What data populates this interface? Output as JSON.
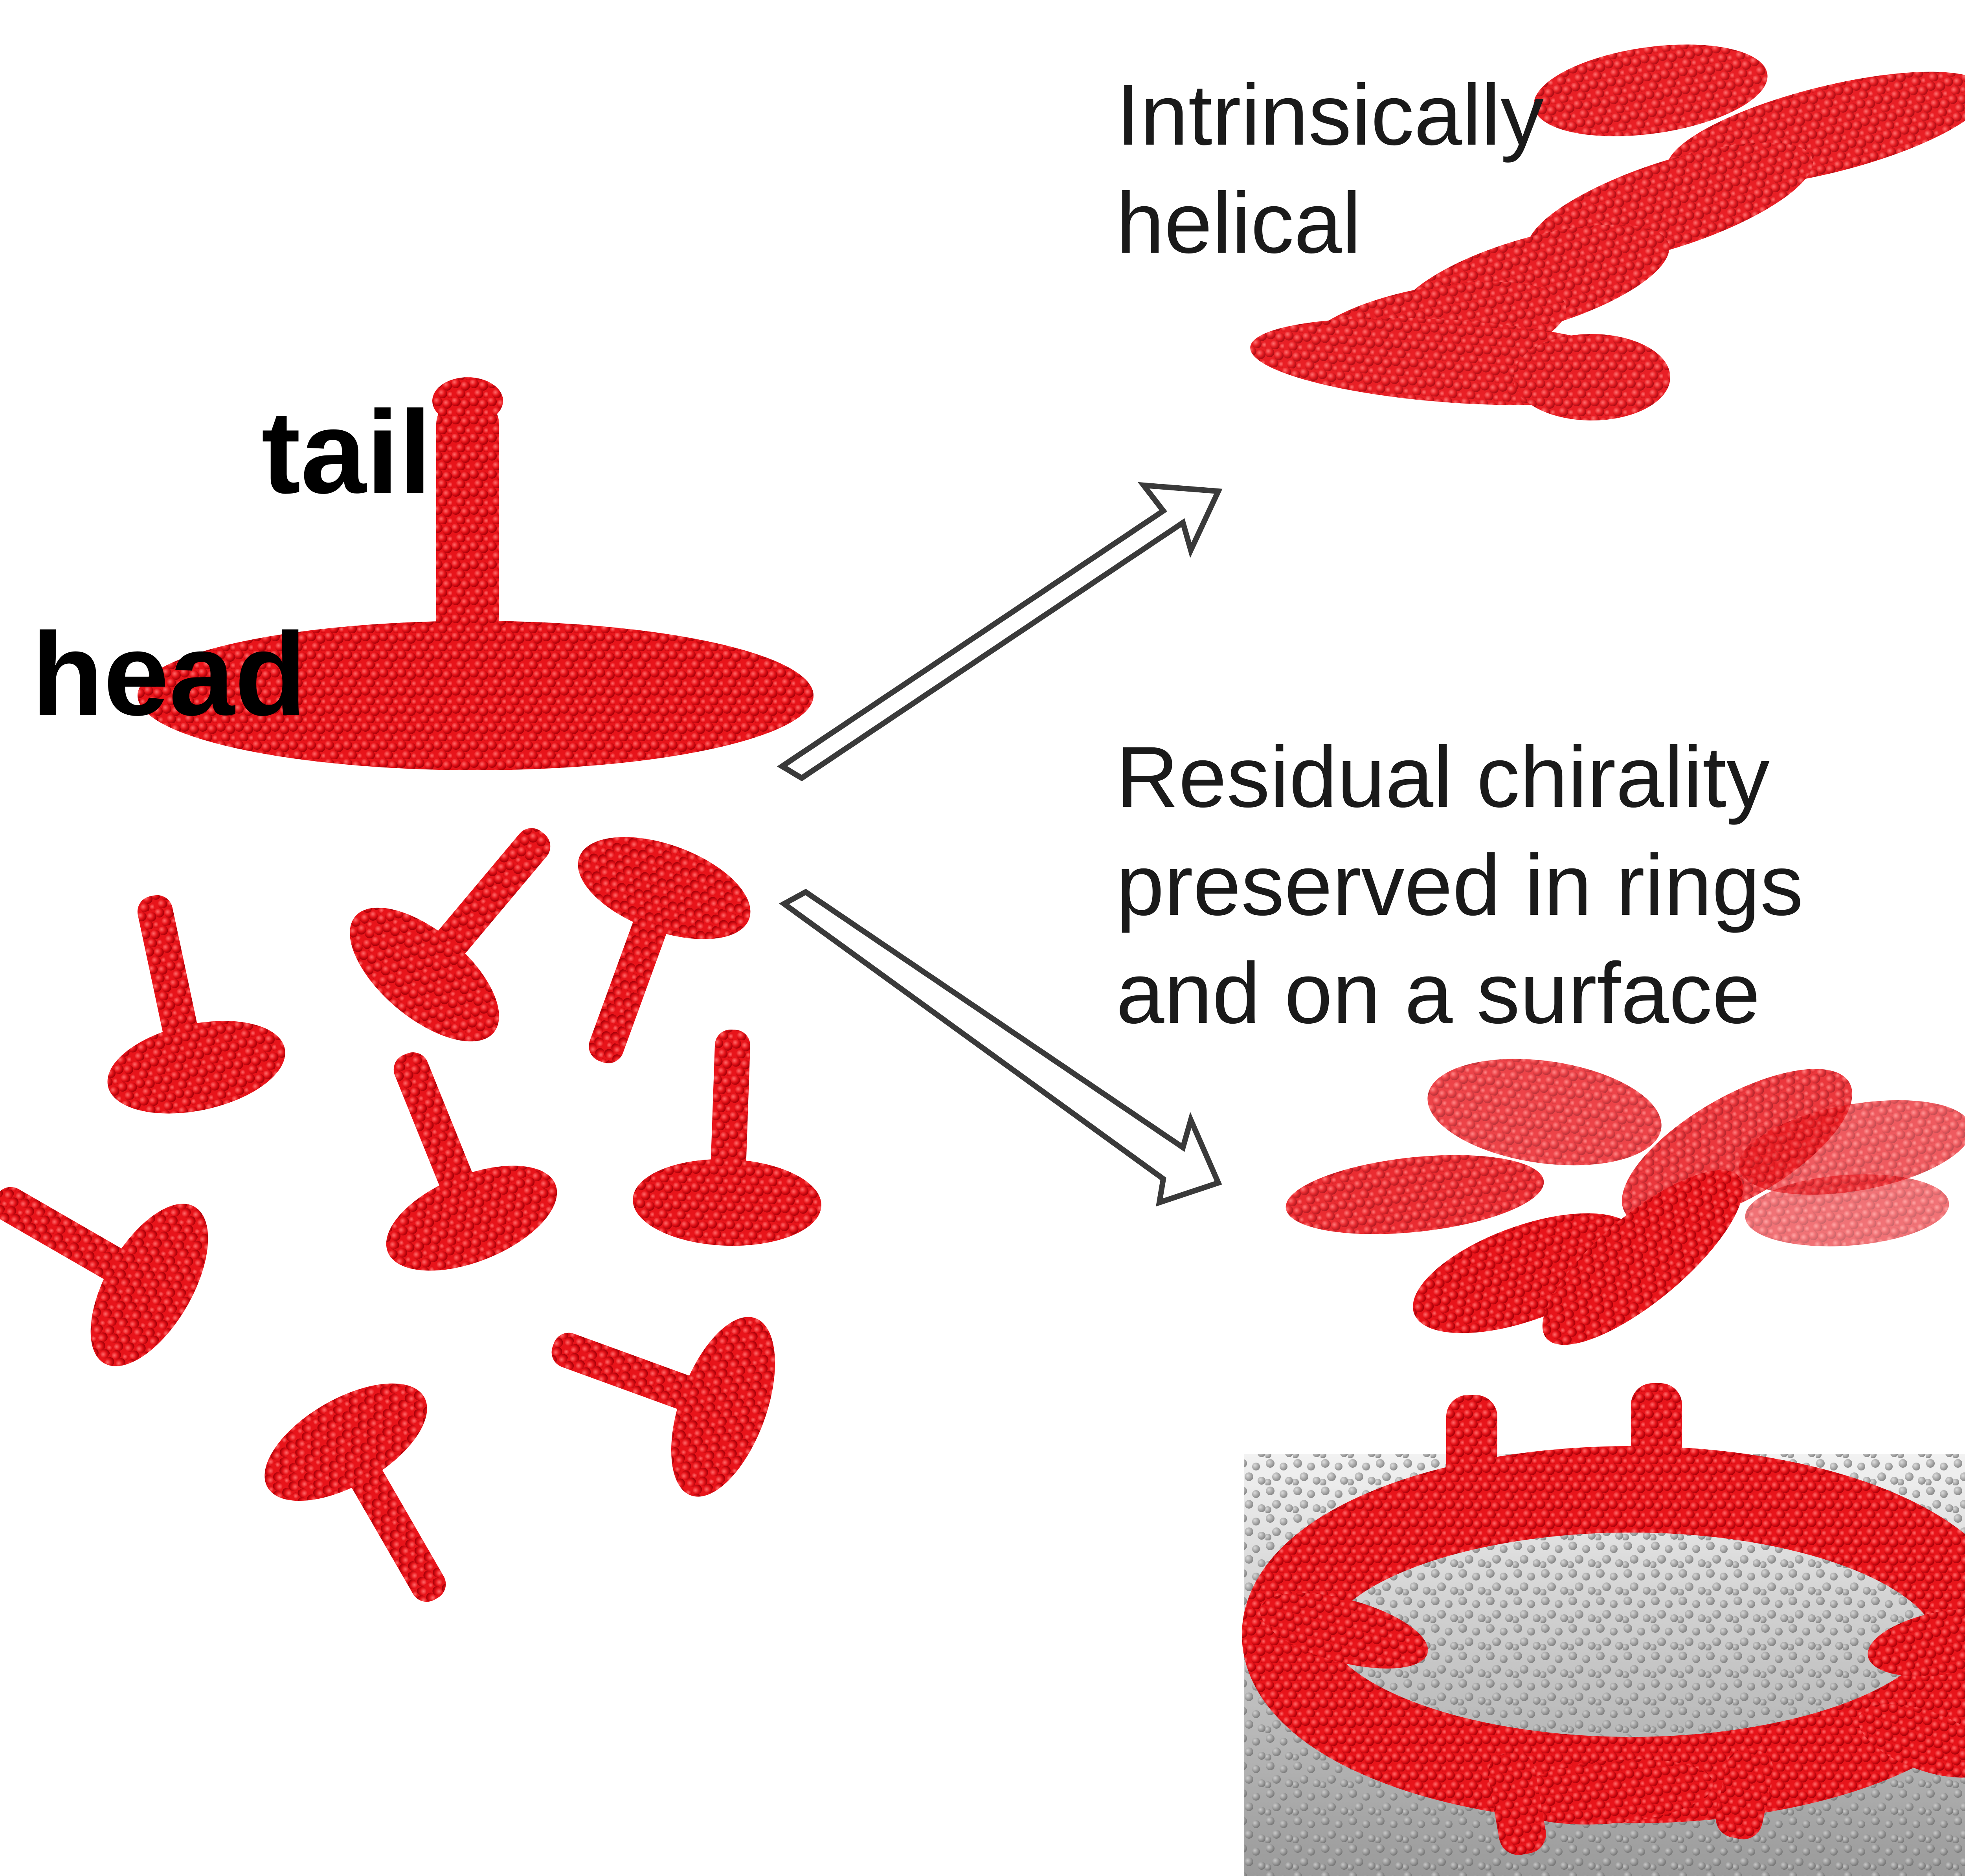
{
  "labels": {
    "tail": "tail",
    "head": "head"
  },
  "caption_top": {
    "line1": "Intrinsically",
    "line2": "helical"
  },
  "caption_bottom": {
    "line1": "Residual chirality",
    "line2": "preserved in rings",
    "line3": "and on a surface"
  },
  "colors": {
    "molecule": "#e8141a",
    "molecule_dark": "#b00008",
    "surface": "#8c8c8c",
    "arrow_stroke": "#3a3a3a"
  }
}
